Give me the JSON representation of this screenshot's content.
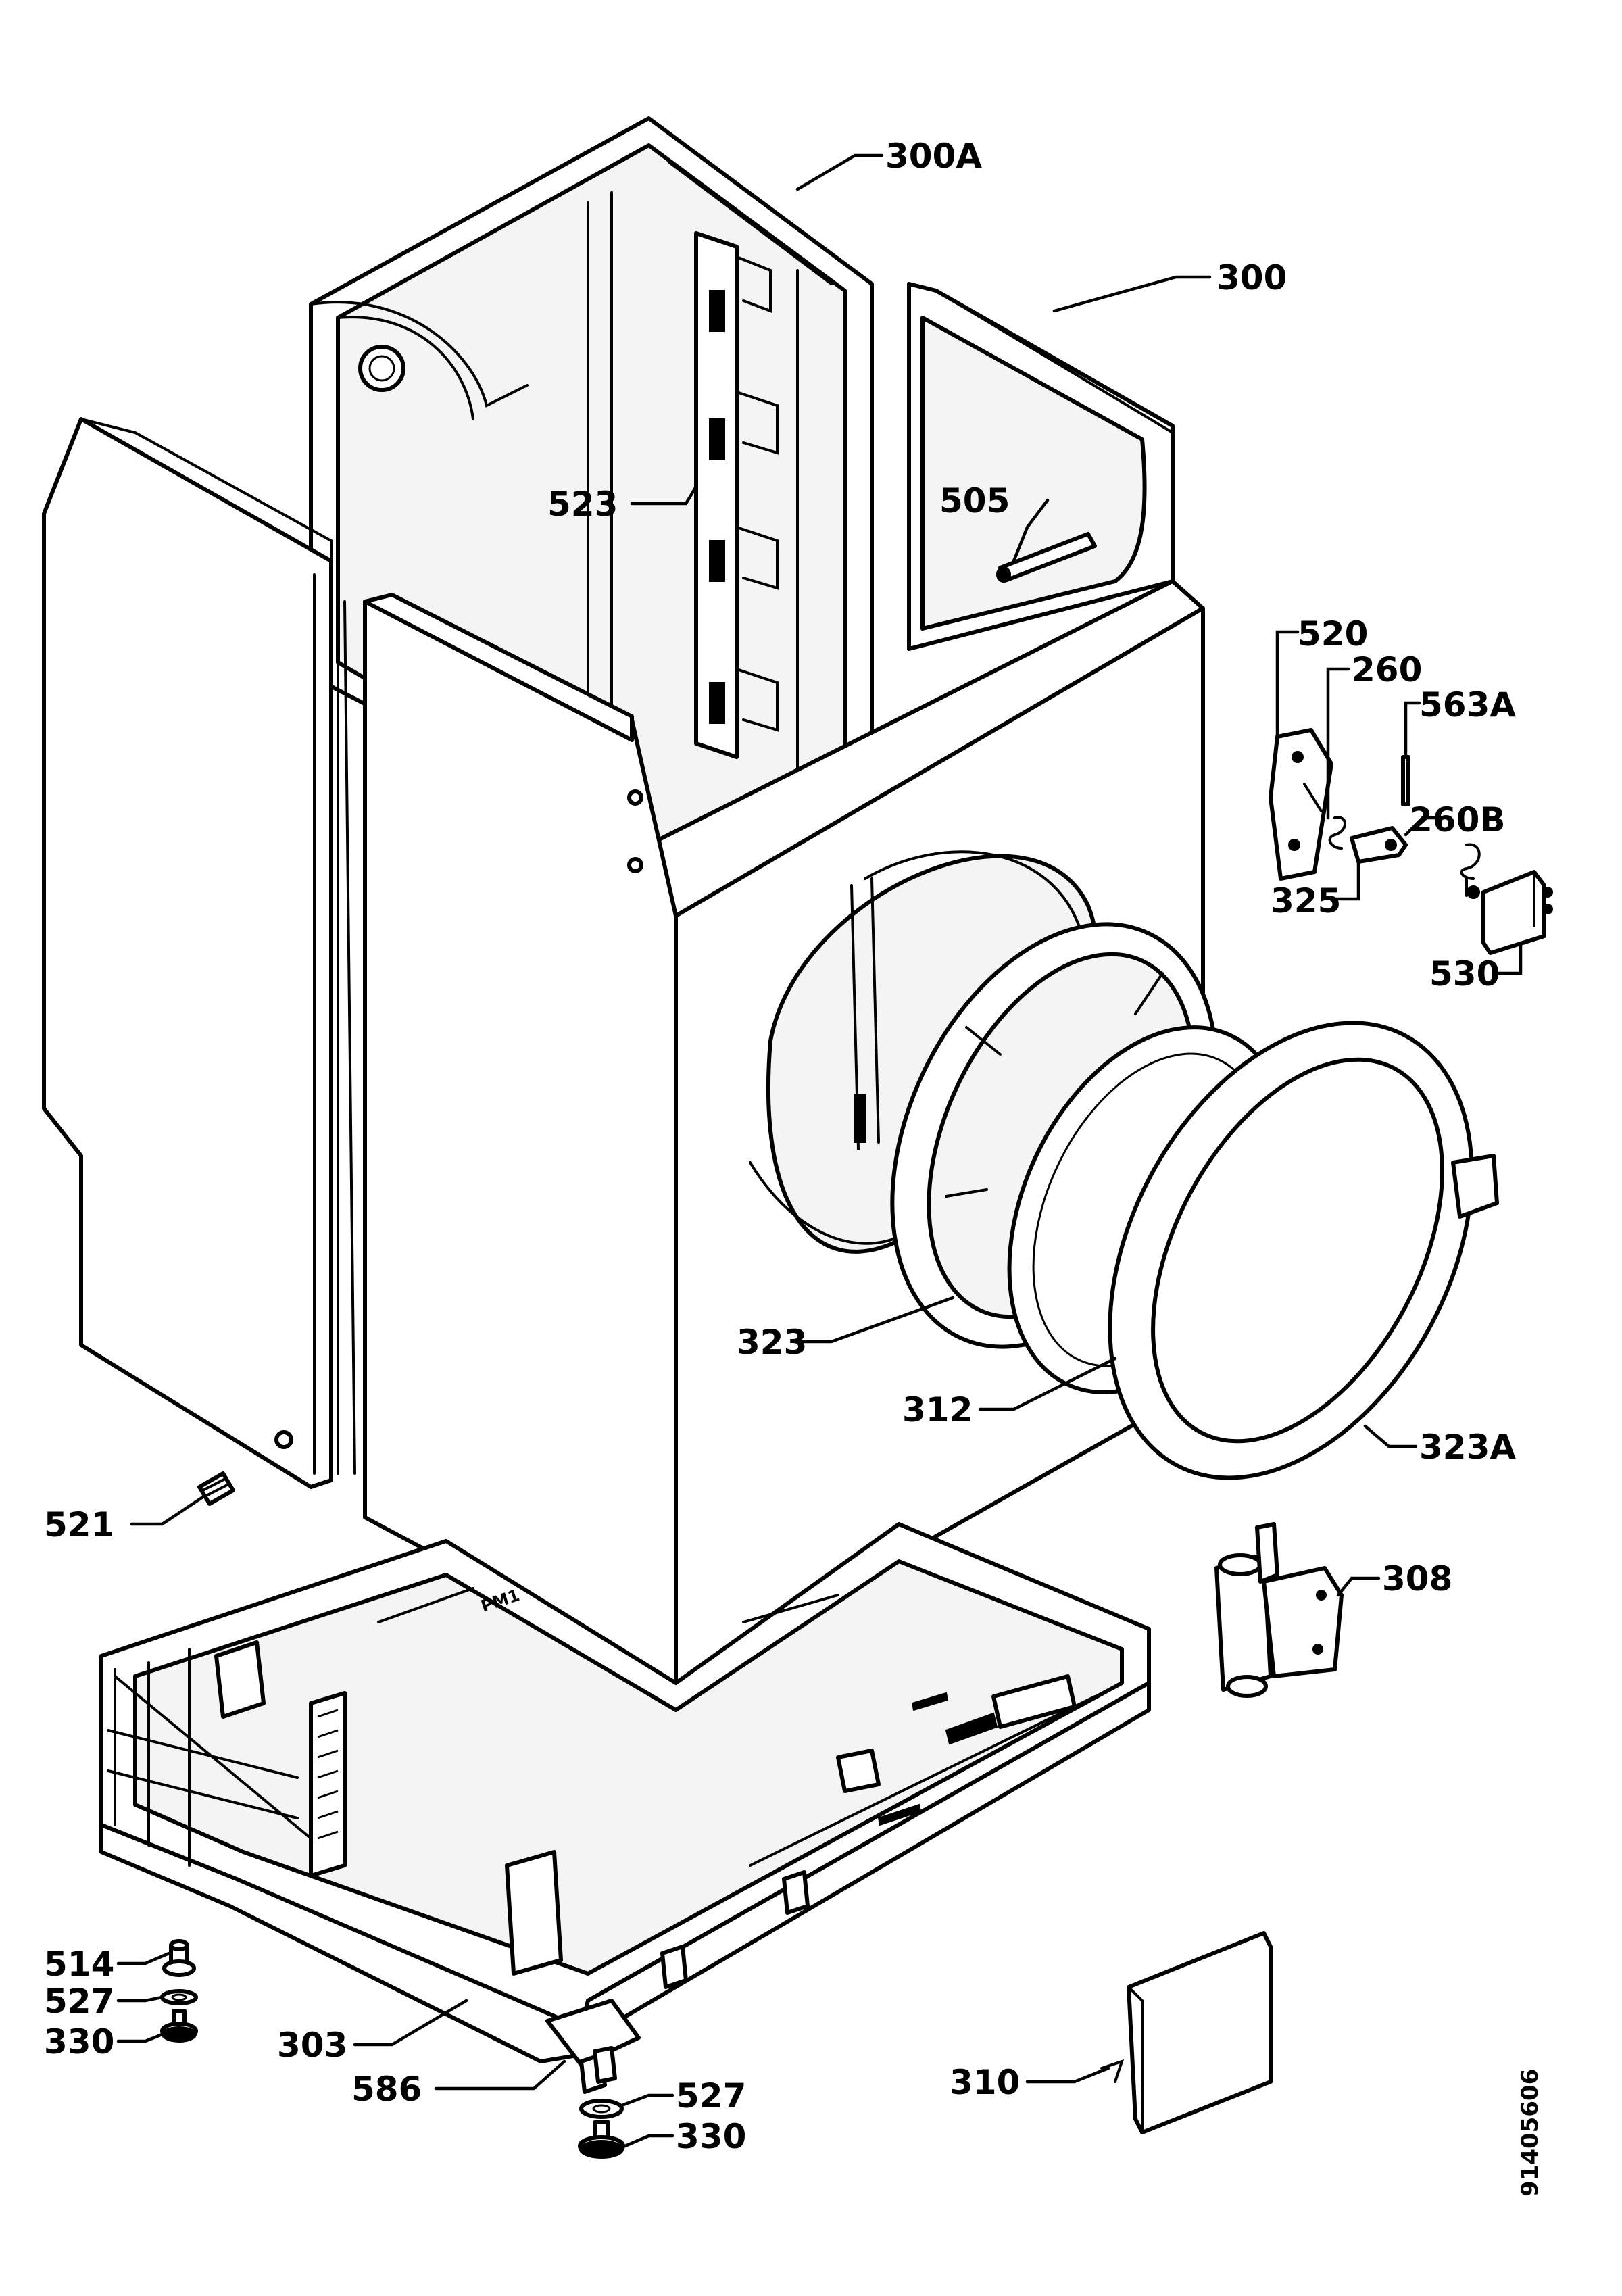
{
  "labels": {
    "p300A": "300A",
    "p300": "300",
    "p523": "523",
    "p505": "505",
    "p520": "520",
    "p260": "260",
    "p563A": "563A",
    "p260B": "260B",
    "p325": "325",
    "p530": "530",
    "p323": "323",
    "p312": "312",
    "p323A": "323A",
    "p521": "521",
    "p308": "308",
    "p514": "514",
    "p527a": "527",
    "p330a": "330",
    "p303": "303",
    "p586": "586",
    "p527b": "527",
    "p330b": "330",
    "p310": "310"
  },
  "document_number": "91405606",
  "base_marking": "PM1"
}
